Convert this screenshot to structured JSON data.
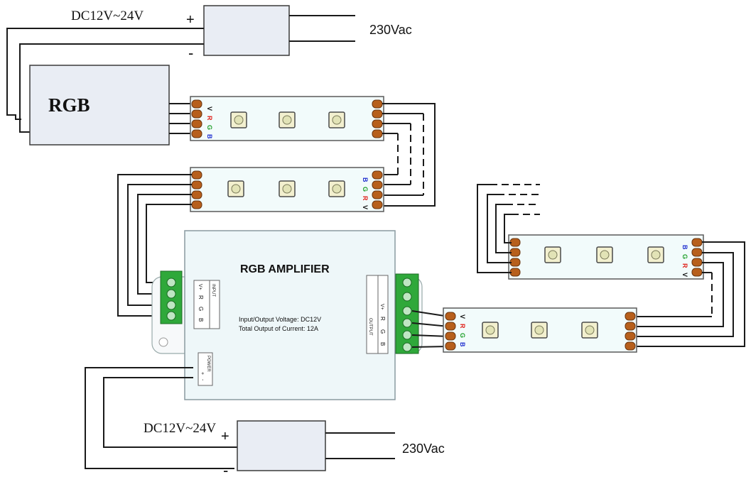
{
  "supply_top": {
    "dc_label": "DC12V~24V",
    "plus": "+",
    "minus": "-",
    "ac_label": "230Vac"
  },
  "supply_bottom": {
    "dc_label": "DC12V~24V",
    "plus": "+",
    "minus": "-",
    "ac_label": "230Vac"
  },
  "controller": {
    "label": "RGB"
  },
  "amplifier": {
    "title": "RGB  AMPLIFIER",
    "spec_voltage": "Input/Output  Voltage:  DC12V",
    "spec_current": "Total Output of Current:  12A",
    "input_label": "INPUT",
    "output_label": "OUTPUT",
    "power_label": "POWER",
    "input_terminals": [
      "V+",
      "R",
      "G",
      "B"
    ],
    "output_terminals": [
      "V+",
      "R",
      "G",
      "B"
    ],
    "power_terminals": [
      "+",
      "-"
    ]
  },
  "strip_pins": {
    "v": "V",
    "r": "R",
    "g": "G",
    "b": "B"
  },
  "colors": {
    "red": "#e0201a",
    "green": "#1fa02a",
    "blue": "#2030d0",
    "terminal_green": "#2fa83a",
    "pad": "#b75f1c"
  }
}
